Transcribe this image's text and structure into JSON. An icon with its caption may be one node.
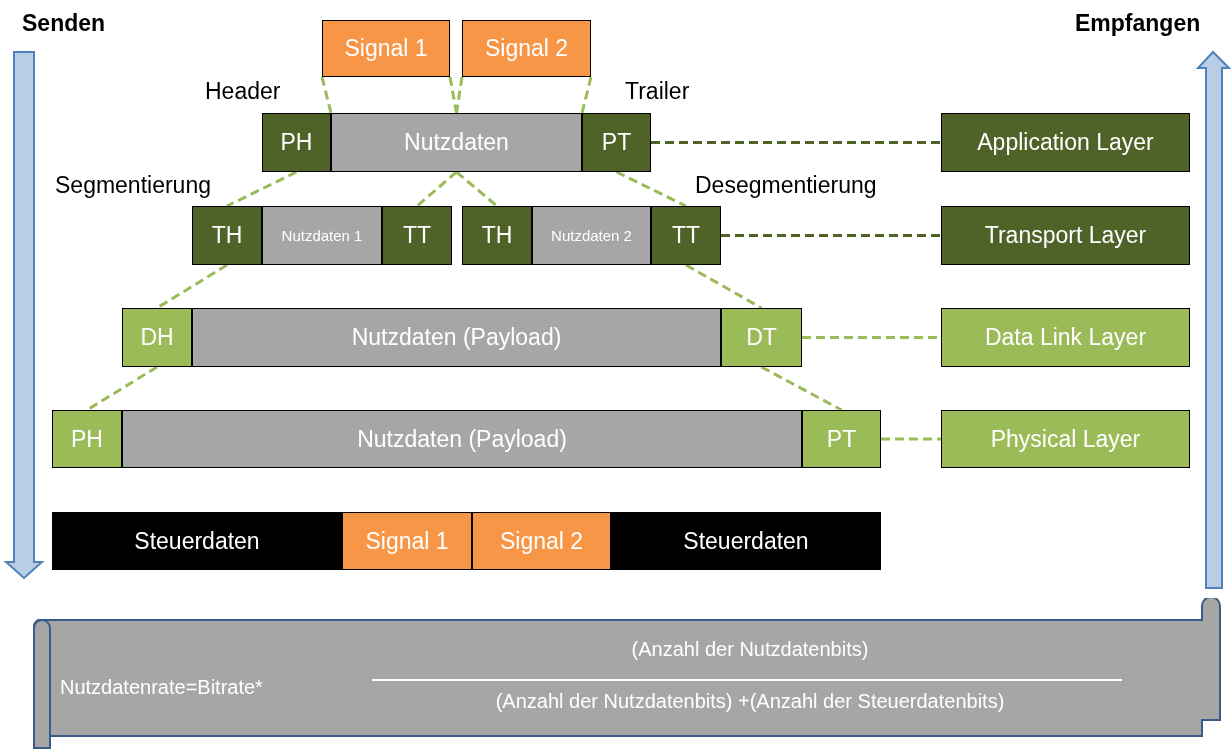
{
  "diagram": {
    "nodes": [
      {
        "text": [
          "Signal 1"
        ]
      },
      {
        "text": [
          "Signal 2"
        ]
      },
      {
        "text": [
          "PH"
        ]
      },
      {
        "text": [
          "Nutzdaten"
        ]
      },
      {
        "text": [
          "PT"
        ]
      },
      {
        "text": [
          "Application Layer"
        ]
      },
      {
        "text": [
          "TH"
        ]
      },
      {
        "text": [
          "Nutzdaten 1"
        ]
      },
      {
        "text": [
          "TT"
        ]
      },
      {
        "text": [
          "TH"
        ]
      },
      {
        "text": [
          "Nutzdaten 2"
        ]
      },
      {
        "text": [
          "TT"
        ]
      },
      {
        "text": [
          "Transport Layer"
        ]
      },
      {
        "text": [
          "DH"
        ]
      },
      {
        "text": [
          "Nutzdaten (Payload)"
        ]
      },
      {
        "text": [
          "DT"
        ]
      },
      {
        "text": [
          "Data Link Layer"
        ]
      },
      {
        "text": [
          "PH"
        ]
      },
      {
        "text": [
          "Nutzdaten (Payload)"
        ]
      },
      {
        "text": [
          "PT"
        ]
      },
      {
        "text": [
          "Physical Layer"
        ]
      },
      {
        "text": [
          "Steuerdaten"
        ]
      },
      {
        "text": [
          "Signal 1"
        ]
      },
      {
        "text": [
          "Signal 2"
        ]
      },
      {
        "text": [
          "Steuerdaten"
        ]
      },
      {
        "text": [
          "Nutzdatenrate=Bitrate*",
          "(Anzahl der Nutzdatenbits)",
          "(Anzahl der Nutzdatenbits) +(Anzahl der Steuerdatenbits)"
        ]
      }
    ],
    "edges": [
      {
        "from": 0,
        "to": 3,
        "arrow": "none",
        "style": "dashed"
      },
      {
        "from": 0,
        "to": 3,
        "arrow": "none",
        "style": "dashed"
      },
      {
        "from": 1,
        "to": 3,
        "arrow": "none",
        "style": "dashed"
      },
      {
        "from": 1,
        "to": 3,
        "arrow": "none",
        "style": "dashed"
      },
      {
        "from": 4,
        "to": 5,
        "arrow": "none",
        "style": "dashed",
        "color": "#4f6228"
      },
      {
        "from": 2,
        "to": 6,
        "arrow": "none",
        "style": "dashed"
      },
      {
        "from": 3,
        "to": 8,
        "arrow": "none",
        "style": "dashed"
      },
      {
        "from": 3,
        "to": 9,
        "arrow": "none",
        "style": "dashed"
      },
      {
        "from": 4,
        "to": 11,
        "arrow": "none",
        "style": "dashed"
      },
      {
        "from": 11,
        "to": 12,
        "arrow": "none",
        "style": "dashed",
        "color": "#4f6228"
      },
      {
        "from": 6,
        "to": 13,
        "arrow": "none",
        "style": "dashed"
      },
      {
        "from": 11,
        "to": 15,
        "arrow": "none",
        "style": "dashed"
      },
      {
        "from": 15,
        "to": 16,
        "arrow": "none",
        "style": "dashed"
      },
      {
        "from": 13,
        "to": 17,
        "arrow": "none",
        "style": "dashed"
      },
      {
        "from": 15,
        "to": 19,
        "arrow": "none",
        "style": "dashed"
      },
      {
        "from": 19,
        "to": 20,
        "arrow": "none",
        "style": "dashed"
      }
    ],
    "labels": [
      "Senden",
      "Empfangen",
      "Header",
      "Trailer",
      "Segmentierung",
      "Desegmentierung"
    ]
  }
}
